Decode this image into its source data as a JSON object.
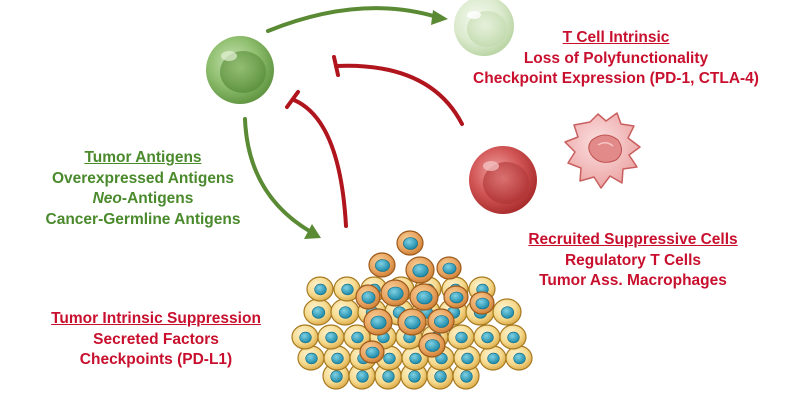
{
  "tumor_antigens": {
    "heading": "Tumor Antigens",
    "line1": "Overexpressed Antigens",
    "line2_italic": "Neo",
    "line2_rest": "-Antigens",
    "line3": "Cancer-Germline Antigens"
  },
  "t_cell_intrinsic": {
    "heading": "T Cell Intrinsic",
    "line1": "Loss of Polyfunctionality",
    "line2": "Checkpoint Expression (PD-1, CTLA-4)"
  },
  "recruited_suppressive": {
    "heading": "Recruited Suppressive Cells",
    "line1": "Regulatory T Cells",
    "line2": "Tumor Ass. Macrophages"
  },
  "tumor_intrinsic": {
    "heading": "Tumor Intrinsic Suppression",
    "line1": "Secreted Factors",
    "line2": "Checkpoints (PD-L1)"
  },
  "colors": {
    "green_text": "#4a8a2c",
    "red_text": "#c8102e",
    "activation_arrow": "#5a8a34",
    "inhibition_arrow": "#b0141d"
  },
  "icons": [
    "naive-t-cell-icon",
    "exhausted-t-cell-icon",
    "regulatory-t-cell-icon",
    "macrophage-icon",
    "tumor-cell-cluster-icon"
  ]
}
